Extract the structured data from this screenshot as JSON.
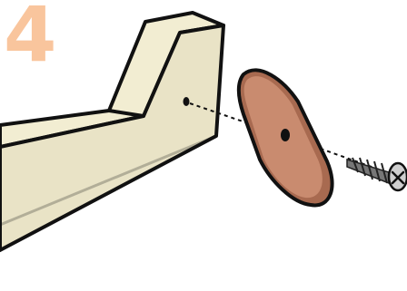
{
  "step": {
    "number": "4"
  },
  "colors": {
    "step_number": "#f9c59d",
    "wood_light": "#f2edd2",
    "wood_shade": "#e2dbbb",
    "pad_face": "#c98b6f",
    "pad_edge": "#a86a50",
    "outline": "#111111",
    "screw": "#333333"
  },
  "parts": [
    "wood-leg",
    "felt-pad",
    "screw"
  ]
}
